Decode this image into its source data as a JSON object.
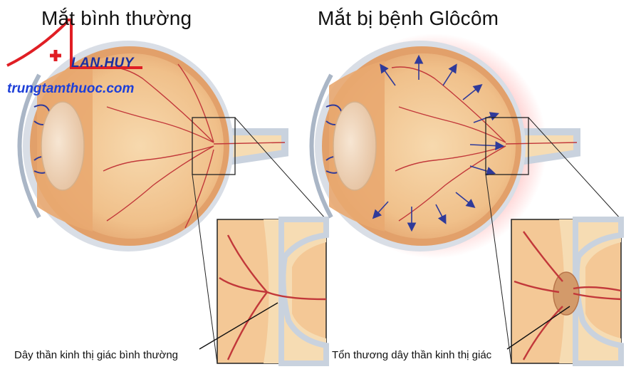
{
  "titles": {
    "normal": "Mắt bình thường",
    "glaucoma": "Mắt bị bệnh Glôcôm"
  },
  "captions": {
    "normal_nerve": "Dây thần kinh thị giác bình thường",
    "damaged_nerve": "Tổn thương dây thần kinh thị giác"
  },
  "logo": {
    "name": "LAN.HUY",
    "site": "trungtamthuoc.com"
  },
  "colors": {
    "eye_interior": "#f2c99a",
    "sclera": "#e7a571",
    "vessel": "#c2383a",
    "nerve": "#f6dcb3",
    "pressure_arrow": "#2f3a9a",
    "glaucoma_glow": "#ff9a9a",
    "logo_red": "#e01e24",
    "logo_blue": "#1d3fd8"
  }
}
